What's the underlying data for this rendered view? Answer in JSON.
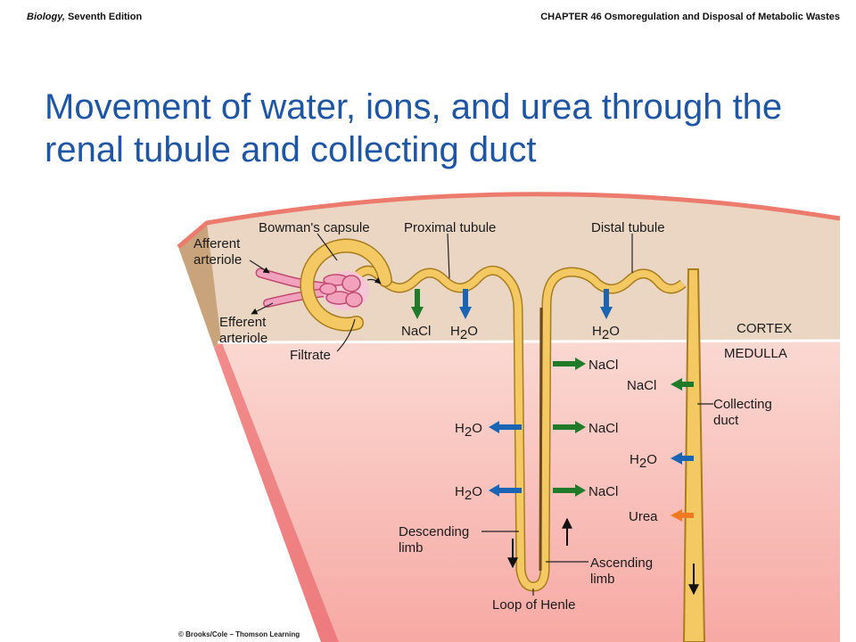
{
  "header": {
    "book_title": "Biology,",
    "book_edition": " Seventh Edition",
    "chapter": "CHAPTER 46 Osmoregulation and Disposal of Metabolic Wastes"
  },
  "slide": {
    "title_line1": "Movement of water, ions, and urea through the",
    "title_line2": "renal tubule and collecting duct"
  },
  "labels": {
    "bowmans_capsule": "Bowman's capsule",
    "proximal_tubule": "Proximal tubule",
    "distal_tubule": "Distal tubule",
    "afferent_1": "Afferent",
    "afferent_2": "arteriole",
    "efferent_1": "Efferent",
    "efferent_2": "arteriole",
    "filtrate": "Filtrate",
    "cortex": "CORTEX",
    "medulla": "MEDULLA",
    "collecting_1": "Collecting",
    "collecting_2": "duct",
    "descending_1": "Descending",
    "descending_2": "limb",
    "ascending_1": "Ascending",
    "ascending_2": "limb",
    "loop_of_henle": "Loop of Henle",
    "nacl": "NaCl",
    "h2o_h": "H",
    "h2o_sub": "2",
    "h2o_o": "O",
    "urea": "Urea"
  },
  "colors": {
    "title": "#1f56a4",
    "nacl_arrow": "#1f7a2a",
    "water_arrow": "#1a64b4",
    "urea_arrow": "#f07a22",
    "tubule": "#f4c863",
    "cortex_fill": "#ead6c2",
    "medulla_fill": "#f8b9b2"
  },
  "credit": "© Brooks/Cole – Thomson Learning"
}
